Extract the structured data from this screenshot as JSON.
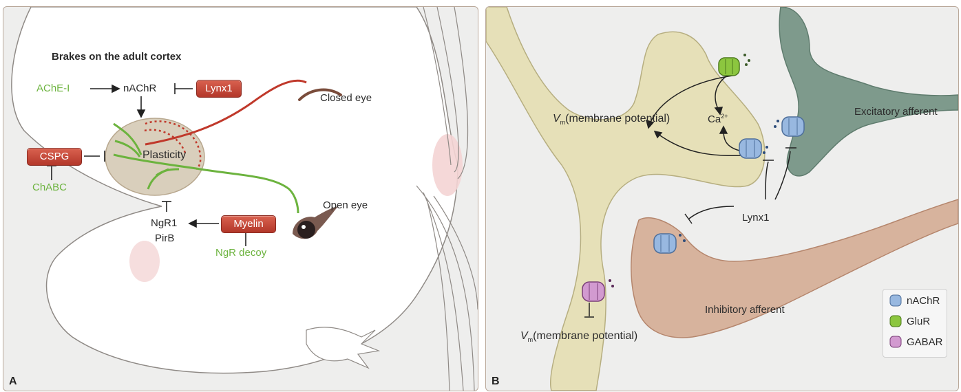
{
  "panel_a": {
    "letter": "A",
    "title": "Brakes on the adult cortex",
    "ache_i": "AChE-I",
    "nachr": "nAChR",
    "lynx1": "Lynx1",
    "cspg": "CSPG",
    "chabc": "ChABC",
    "plasticity": "Plasticity",
    "closed_eye": "Closed eye",
    "open_eye": "Open eye",
    "ngr1": "NgR1",
    "pirb": "PirB",
    "myelin": "Myelin",
    "ngr_decoy": "NgR decoy",
    "colors": {
      "green": "#6cb33e",
      "red": "#c0392b",
      "oval": "#d9cfbc"
    }
  },
  "panel_b": {
    "letter": "B",
    "vm_upper_v": "V",
    "vm_upper_sub": "m",
    "vm_upper_rest": "(membrane potential)",
    "ca_base": "Ca",
    "ca_sup": "2+",
    "excitatory": "Excitatory afferent",
    "lynx1": "Lynx1",
    "inhibitory": "Inhibitory afferent",
    "vm_lower_v": "V",
    "vm_lower_sub": "m",
    "vm_lower_rest": "(membrane potential)",
    "legend": [
      {
        "label": "nAChR",
        "icon": "nachr-receptor-icon",
        "color": "#7aa6d6"
      },
      {
        "label": "GluR",
        "icon": "glur-receptor-icon",
        "color": "#8cc63f"
      },
      {
        "label": "GABAR",
        "icon": "gabar-receptor-icon",
        "color": "#b66cb0"
      }
    ]
  }
}
